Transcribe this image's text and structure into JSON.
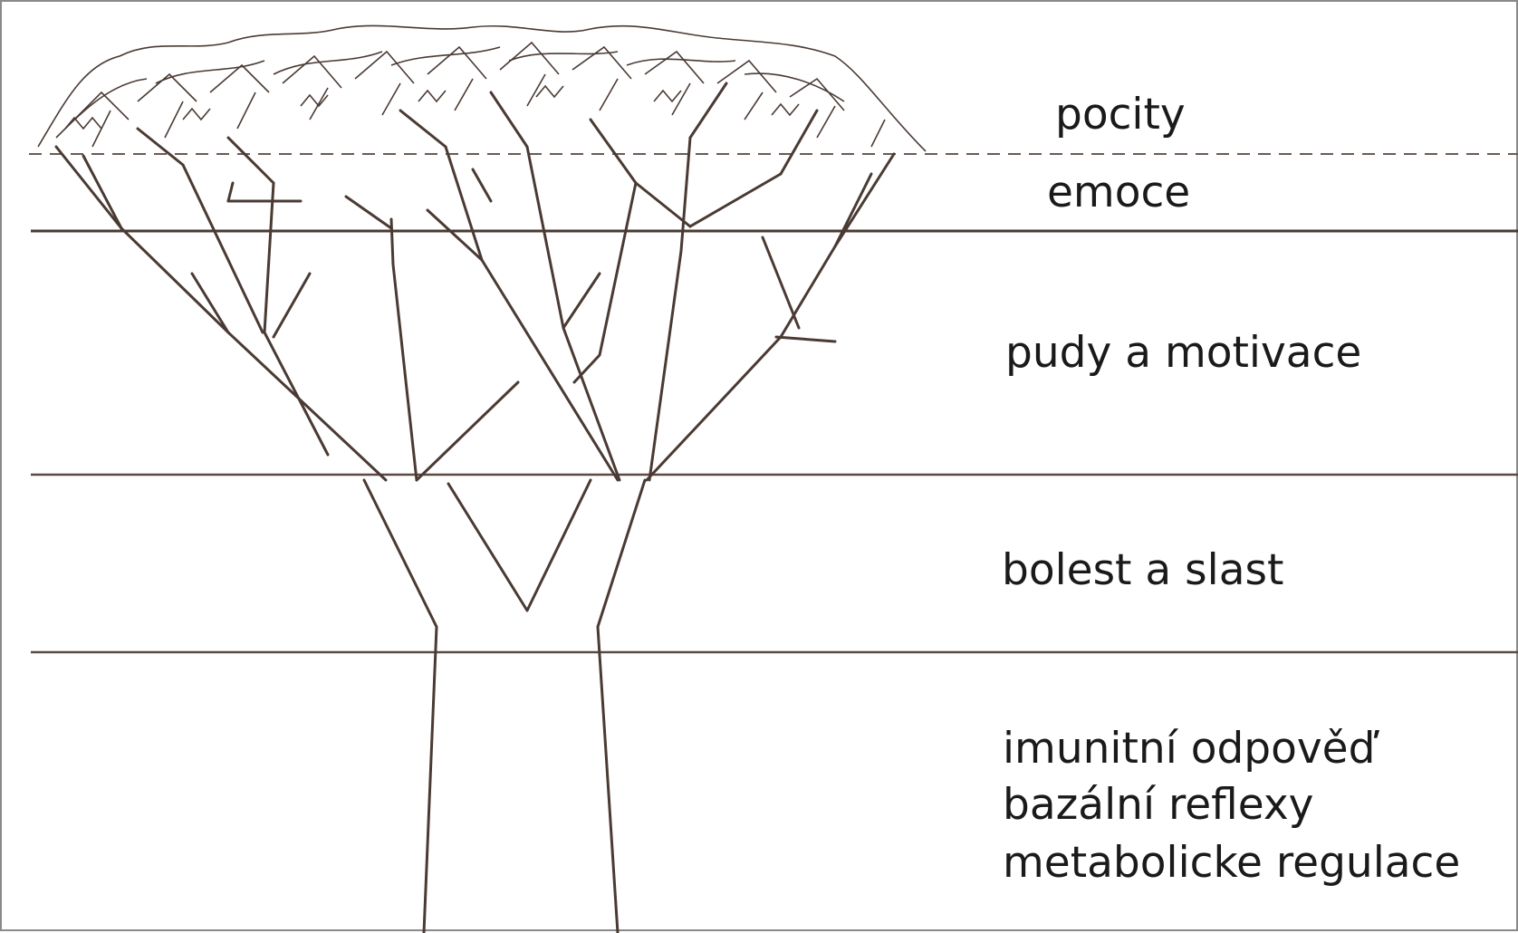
{
  "levels": {
    "pocity": "pocity",
    "emoce": "emoce",
    "pudy_a_motivace": "pudy a motivace",
    "bolest_a_slast": "bolest a slast",
    "base": [
      "imunitní odpověď",
      "bazální reflexy",
      "metabolicke regulace"
    ]
  },
  "colors": {
    "line": "#4a3a33",
    "canopy": "#4a3a33",
    "text": "#1a1a1a",
    "frame": "#8a8a8a"
  }
}
